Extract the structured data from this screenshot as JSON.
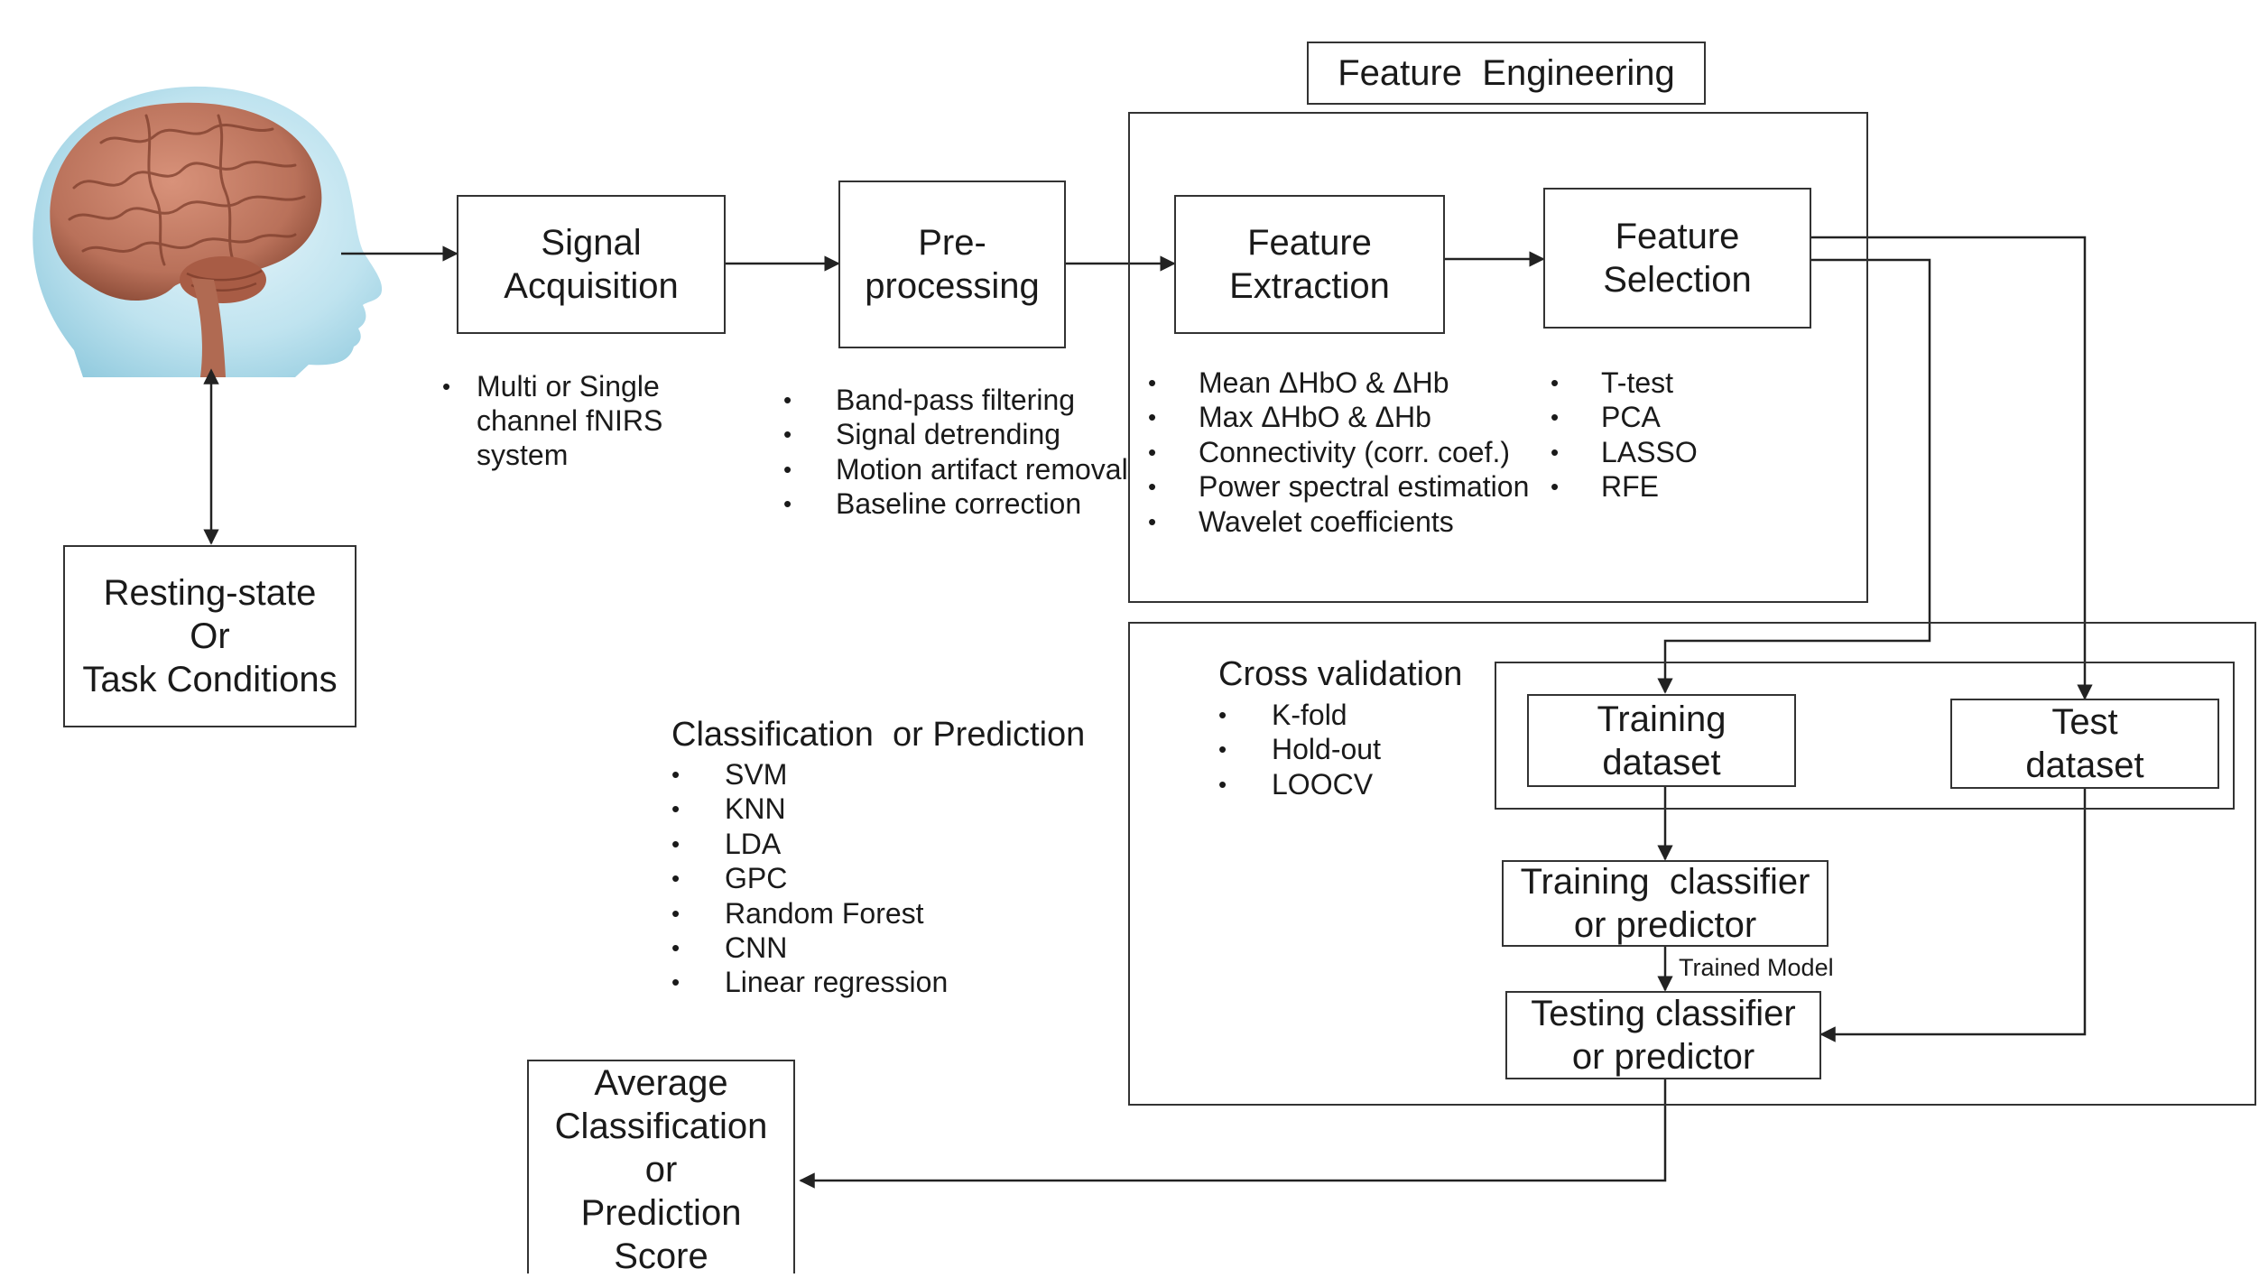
{
  "boxes": {
    "feature_engineering": "Feature  Engineering",
    "signal_acquisition": [
      "Signal",
      "Acquisition"
    ],
    "preprocessing": [
      "Pre-",
      "processing"
    ],
    "feature_extraction": [
      "Feature",
      "Extraction"
    ],
    "feature_selection": [
      "Feature",
      "Selection"
    ],
    "resting_state": [
      "Resting-state",
      "Or",
      "Task Conditions"
    ],
    "training_dataset": [
      "Training",
      "dataset"
    ],
    "test_dataset": [
      "Test",
      "dataset"
    ],
    "training_classifier": [
      "Training  classifier",
      "or predictor"
    ],
    "testing_classifier": [
      "Testing classifier",
      "or predictor"
    ],
    "average_score": [
      "Average",
      "Classification",
      "or",
      "Prediction",
      "Score"
    ]
  },
  "acquisition_list": {
    "item": "Multi or Single",
    "cont1": "channel fNIRS",
    "cont2": "system"
  },
  "preprocessing_list": [
    "Band-pass filtering",
    "Signal detrending",
    "Motion artifact removal",
    "Baseline correction"
  ],
  "extraction_list": [
    "Mean ΔHbO & ΔHb",
    "Max ΔHbO & ΔHb",
    "Connectivity (corr. coef.)",
    "Power spectral estimation",
    "Wavelet coefficients"
  ],
  "selection_list": [
    "T-test",
    "PCA",
    "LASSO",
    "RFE"
  ],
  "classification": {
    "heading": "Classification  or Prediction",
    "items": [
      "SVM",
      "KNN",
      "LDA",
      "GPC",
      "Random Forest",
      "CNN",
      "Linear regression"
    ]
  },
  "cross_validation": {
    "heading": "Cross validation",
    "items": [
      "K-fold",
      "Hold-out",
      "LOOCV"
    ]
  },
  "trained_model_label": "Trained Model",
  "brain_illustration": "brain-head-illustration",
  "colors": {
    "line": "#333333",
    "skin": "#bfe3ef",
    "brain": "#b9715a",
    "brain_dark": "#7e3e2c"
  }
}
